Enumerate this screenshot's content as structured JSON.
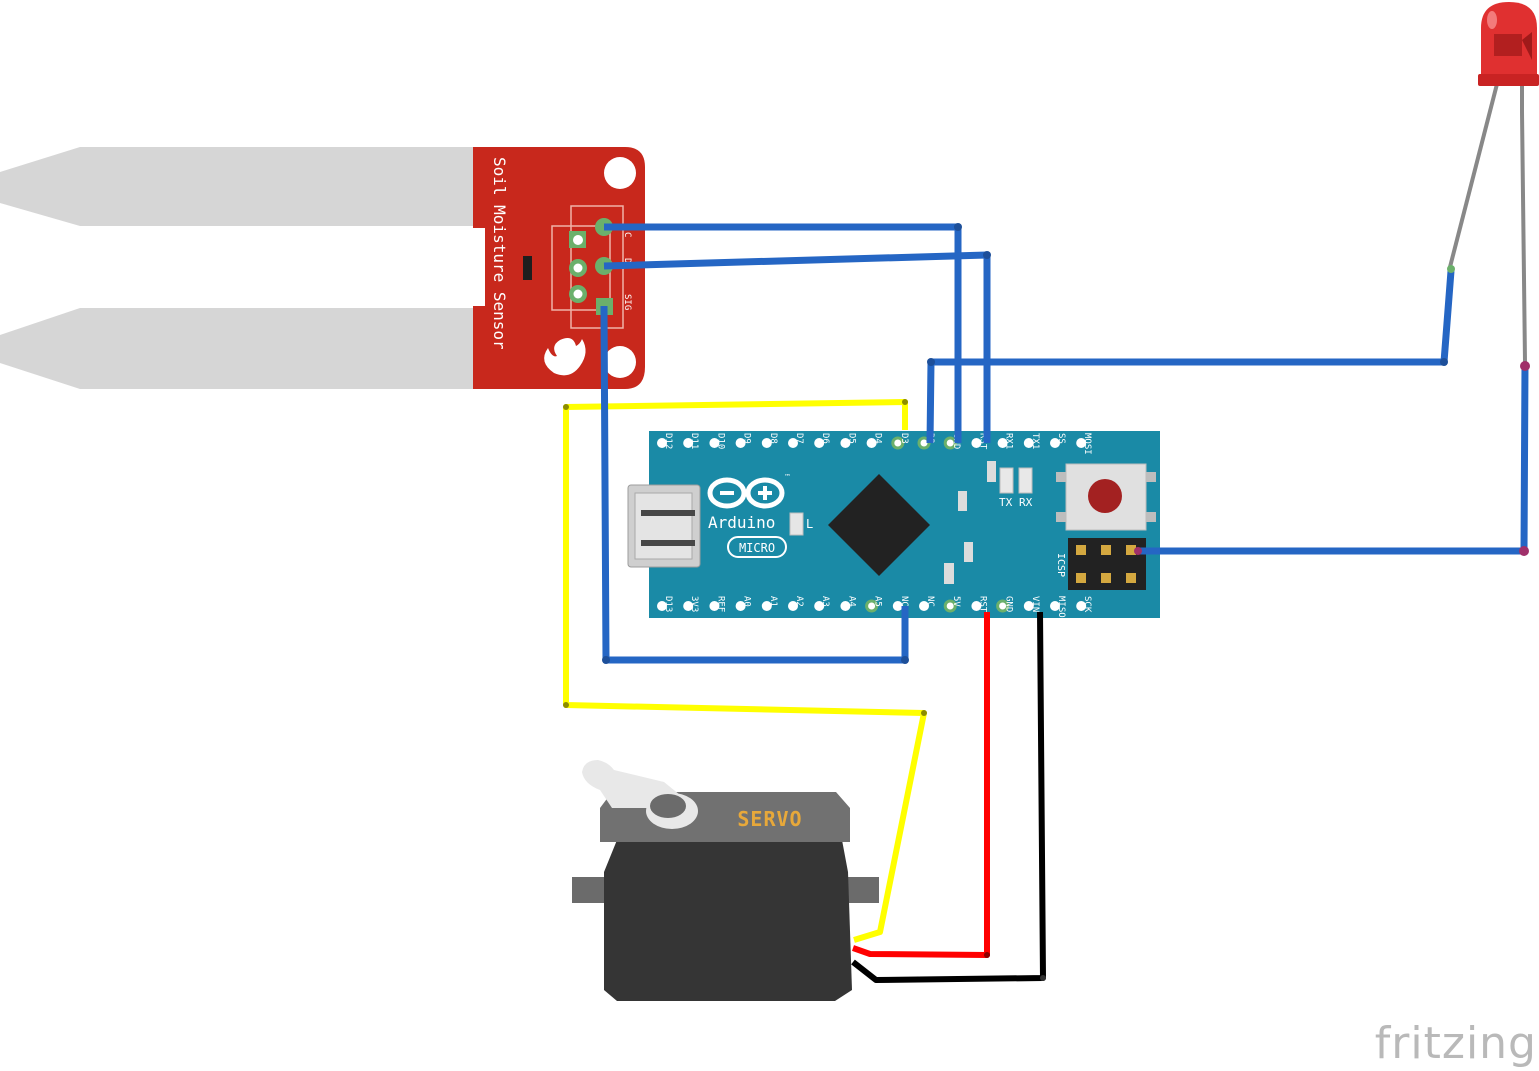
{
  "sensor": {
    "title": "Soil Moisture Sensor",
    "pins": [
      "C",
      "D",
      "SIG"
    ]
  },
  "board": {
    "brand": "Arduino",
    "model": "MICRO",
    "led_l": "L",
    "tx": "TX",
    "rx": "RX",
    "icsp": "ICSP",
    "top_pins": [
      "D12",
      "D11",
      "D10",
      "D9",
      "D8",
      "D7",
      "D6",
      "D5",
      "D4",
      "D3",
      "D2",
      "GND",
      "RST",
      "RX1",
      "TX1",
      "SS",
      "MOSI"
    ],
    "bottom_pins": [
      "D13",
      "3V3",
      "REF",
      "A0",
      "A1",
      "A2",
      "A3",
      "A4",
      "A5",
      "NC",
      "NC",
      "5V",
      "RST",
      "GND",
      "VIN",
      "MISO",
      "SCK"
    ]
  },
  "servo": {
    "label": "SERVO"
  },
  "watermark": "fritzing",
  "colors": {
    "wire_blue": "#2566c4",
    "wire_yellow": "#ffff00",
    "wire_red": "#ff0000",
    "wire_black": "#000000",
    "board_teal": "#1a8aa6",
    "sensor_red": "#c8281c",
    "servo_dark": "#353535"
  }
}
